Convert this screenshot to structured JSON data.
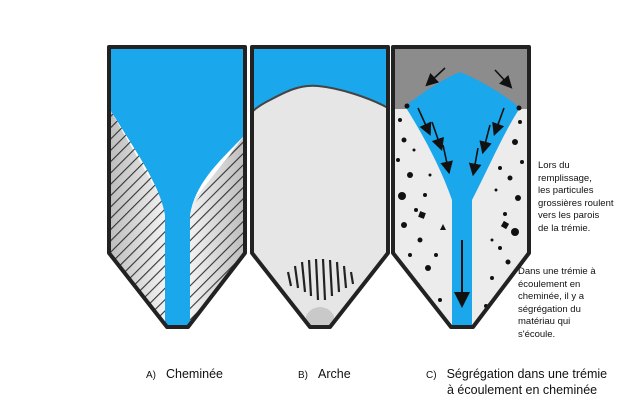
{
  "colors": {
    "flow": "#1aa7ec",
    "stagnant": "#e8e8e8",
    "outline": "#222222",
    "coarse": "#8c8c8c",
    "vent": "#c9c9c9"
  },
  "panels": [
    {
      "letter": "A)",
      "title": "Cheminée"
    },
    {
      "letter": "B)",
      "title": "Arche"
    },
    {
      "letter": "C)",
      "title": "Ségrégation dans une trémie à écoulement en cheminée",
      "title_line1": "Ségrégation dans une trémie",
      "title_line2": "à écoulement en cheminée"
    }
  ],
  "notes": {
    "filling": [
      "Lors du",
      "remplissage,",
      "les particules",
      "grossières roulent",
      "vers les parois",
      "de la trémie."
    ],
    "segregation": [
      "Dans une trémie à",
      "écoulement en",
      "cheminée, il y a",
      "ségrégation du",
      "matériau qui",
      "s'écoule."
    ]
  }
}
